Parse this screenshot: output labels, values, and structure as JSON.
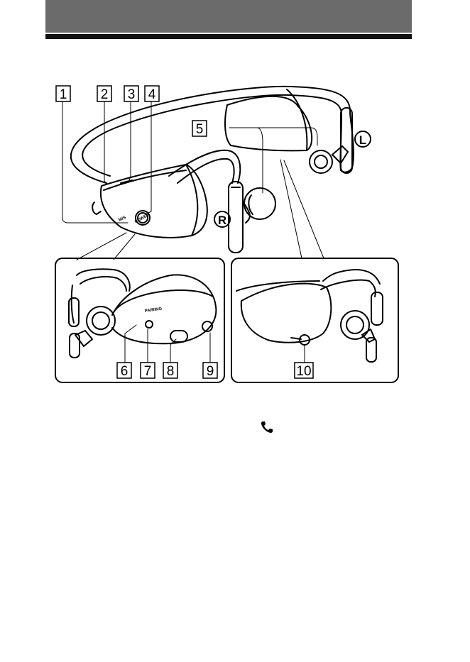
{
  "callouts": [
    "1",
    "2",
    "3",
    "4",
    "5",
    "6",
    "7",
    "8",
    "9",
    "10"
  ],
  "side_markers": {
    "left": "L",
    "right": "R"
  },
  "device_print": {
    "power": "POWER",
    "pairing": "PAIRING",
    "ms": "M/S"
  },
  "icons": [
    "phone-icon",
    "bluetooth-icon",
    "next-track-icon"
  ],
  "colors": {
    "header": "#6b6b6b",
    "rule": "#111111",
    "line": "#000000"
  }
}
